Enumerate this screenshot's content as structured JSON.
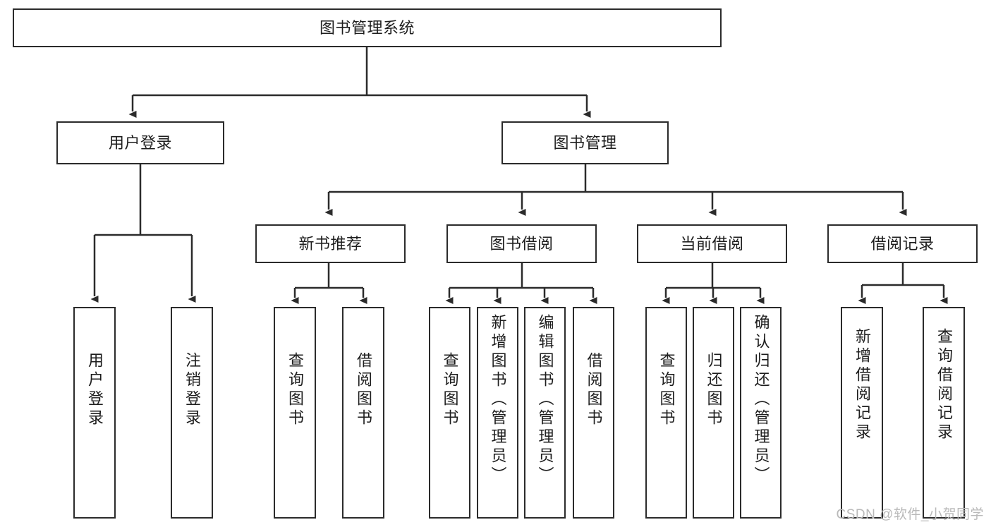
{
  "diagram": {
    "title": "图书管理系统",
    "type": "tree-hierarchy",
    "watermark": "CSDN @软件_小贺同学",
    "colors": {
      "stroke": "#2b2b2b",
      "fill": "#ffffff",
      "text": "#1d1d1d",
      "watermark": "#b9b9b9"
    },
    "root": {
      "label": "图书管理系统"
    },
    "level2": [
      {
        "label": "用户登录"
      },
      {
        "label": "图书管理"
      }
    ],
    "level3": [
      {
        "label": "新书推荐"
      },
      {
        "label": "图书借阅"
      },
      {
        "label": "当前借阅"
      },
      {
        "label": "借阅记录"
      }
    ],
    "leaves": {
      "user_login": [
        {
          "label": "用户登录"
        },
        {
          "label": "注销登录"
        }
      ],
      "new_book_recommend": [
        {
          "label": "查询图书"
        },
        {
          "label": "借阅图书"
        }
      ],
      "book_borrow": [
        {
          "label": "查询图书"
        },
        {
          "label": "新增图书（管理员）"
        },
        {
          "label": "编辑图书（管理员）"
        },
        {
          "label": "借阅图书"
        }
      ],
      "current_borrow": [
        {
          "label": "查询图书"
        },
        {
          "label": "归还图书"
        },
        {
          "label": "确认归还（管理员）"
        }
      ],
      "borrow_record": [
        {
          "label": "新增借阅记录"
        },
        {
          "label": "查询借阅记录"
        }
      ]
    }
  }
}
